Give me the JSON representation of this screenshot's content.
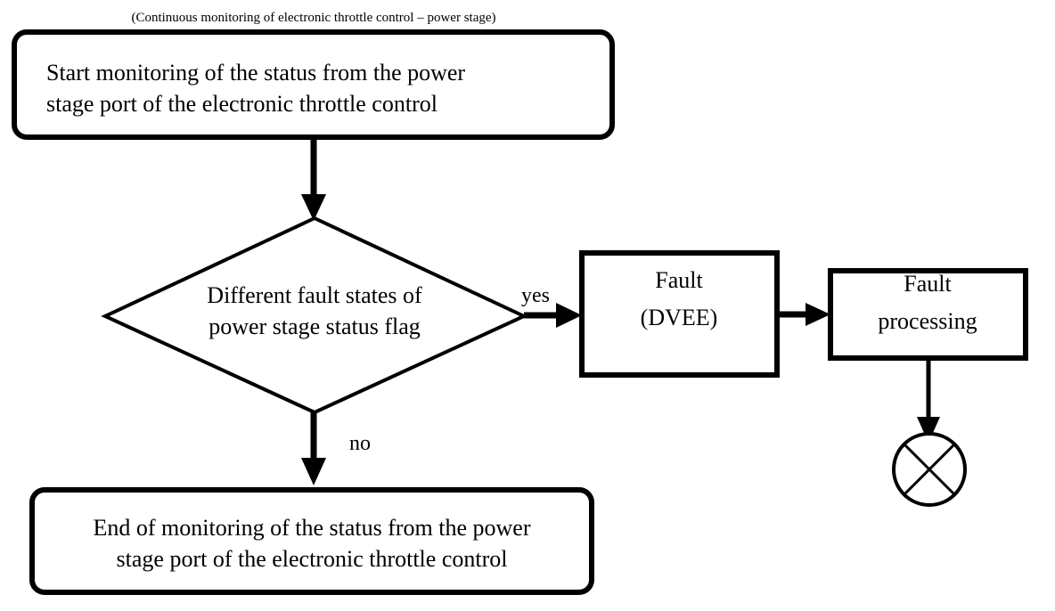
{
  "diagram": {
    "kind": "flowchart",
    "caption": "(Continuous monitoring of electronic throttle control – power stage)",
    "background_color": "#ffffff",
    "line_color": "#000000",
    "nodes": {
      "start": {
        "shape": "rounded-rectangle",
        "line1": "Start monitoring of the status from the power",
        "line2": "stage port of the electronic throttle control"
      },
      "decision": {
        "shape": "diamond",
        "line1": "Different fault states of",
        "line2": "power stage status flag"
      },
      "fault": {
        "shape": "rectangle",
        "line1": "Fault",
        "line2": "(DVEE)"
      },
      "fault_processing": {
        "shape": "rectangle",
        "line1": "Fault",
        "line2": "processing"
      },
      "end": {
        "shape": "rounded-rectangle",
        "line1": "End of monitoring of the status from the power",
        "line2": "stage port of the electronic throttle control"
      },
      "terminator": {
        "shape": "circle-with-cross",
        "label": ""
      }
    },
    "edges": {
      "start_to_decision": {
        "label": ""
      },
      "decision_to_fault": {
        "label": "yes"
      },
      "fault_to_processing": {
        "label": ""
      },
      "processing_to_terminator": {
        "label": ""
      },
      "decision_to_end": {
        "label": "no"
      }
    }
  }
}
